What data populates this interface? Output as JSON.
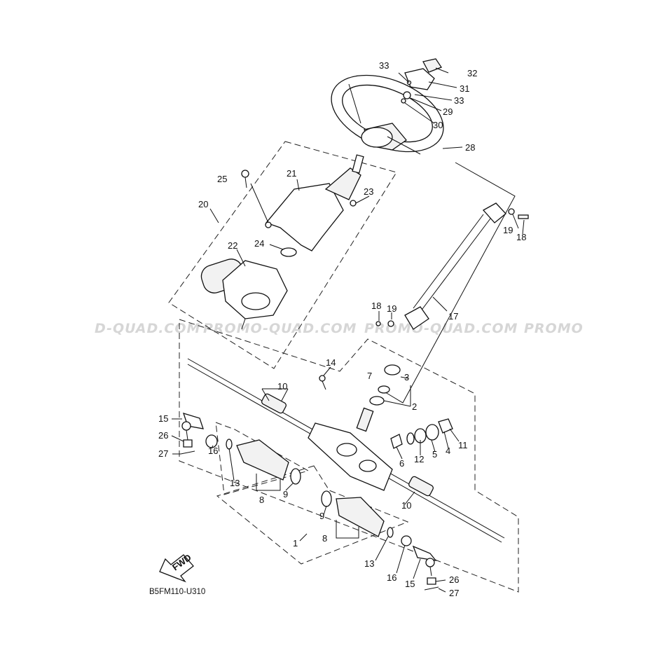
{
  "watermark": {
    "fragments": [
      "D-QUAD.COM",
      "PROMO-QUAD.COM",
      "PROMO-QUAD.COM",
      "PROMO"
    ]
  },
  "diagram_code": "B5FM110-U310",
  "fwd_label": "FWD",
  "part_labels": {
    "p1": "1",
    "p2": "2",
    "p3": "3",
    "p4": "4",
    "p5": "5",
    "p6": "6",
    "p7": "7",
    "p8a": "8",
    "p8b": "8",
    "p9a": "9",
    "p9b": "9",
    "p10a": "10",
    "p10b": "10",
    "p11": "11",
    "p12": "12",
    "p13a": "13",
    "p13b": "13",
    "p14": "14",
    "p15a": "15",
    "p15b": "15",
    "p16a": "16",
    "p16b": "16",
    "p17": "17",
    "p18a": "18",
    "p18b": "18",
    "p19a": "19",
    "p19b": "19",
    "p20": "20",
    "p21": "21",
    "p22": "22",
    "p23": "23",
    "p24": "24",
    "p25": "25",
    "p26a": "26",
    "p26b": "26",
    "p27a": "27",
    "p27b": "27",
    "p28": "28",
    "p29": "29",
    "p30": "30",
    "p31": "31",
    "p32": "32",
    "p33a": "33",
    "p33b": "33"
  }
}
